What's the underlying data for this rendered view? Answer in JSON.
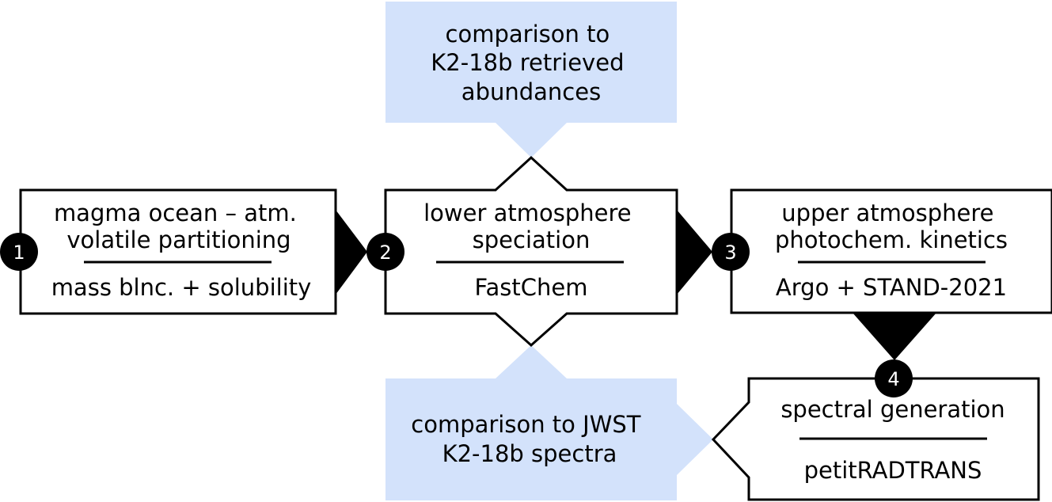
{
  "colors": {
    "comparison_fill": "#d3e2fb",
    "box_stroke": "#000000",
    "badge_fill": "#000000",
    "badge_text": "#ffffff"
  },
  "steps": [
    {
      "number": "1",
      "title_lines": [
        "magma ocean – atm.",
        "volatile partitioning"
      ],
      "method": "mass blnc. + solubility"
    },
    {
      "number": "2",
      "title_lines": [
        "lower atmosphere",
        "speciation"
      ],
      "method": "FastChem"
    },
    {
      "number": "3",
      "title_lines": [
        "upper atmosphere",
        "photochem. kinetics"
      ],
      "method": "Argo + STAND-2021"
    },
    {
      "number": "4",
      "title_lines": [
        "spectral generation"
      ],
      "method": "petitRADTRANS"
    }
  ],
  "comparisons": {
    "top": {
      "lines": [
        "comparison to",
        "K2-18b retrieved",
        "abundances"
      ]
    },
    "bottom": {
      "lines": [
        "comparison to JWST",
        "K2-18b spectra"
      ]
    }
  }
}
